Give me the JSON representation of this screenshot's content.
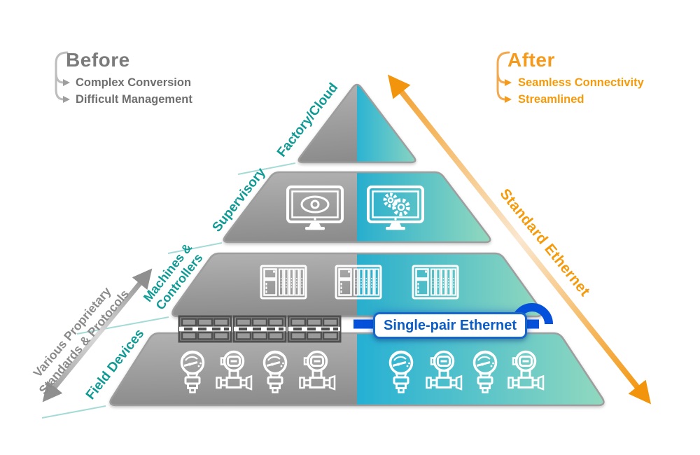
{
  "before": {
    "heading": "Before",
    "bullets": [
      "Complex Conversion",
      "Difficult Management"
    ]
  },
  "after": {
    "heading": "After",
    "bullets": [
      "Seamless Connectivity",
      "Streamlined"
    ]
  },
  "pyramid": {
    "tiers": [
      {
        "label": "Factory/Cloud"
      },
      {
        "label": "Supervisory"
      },
      {
        "label": "Machines & Controllers"
      },
      {
        "label": "Field Devices"
      }
    ]
  },
  "annotations": {
    "left_arrow": "Various Proprietary Standards & Protocols",
    "right_arrow": "Standard Ethernet",
    "cable_label": "Single-pair Ethernet"
  },
  "icons": {
    "supervisory_before": "monitor-eye-icon",
    "supervisory_after": "monitor-gears-icon",
    "controllers": "plc-rack-icon",
    "gateway": "protocol-gateway-icon",
    "field_devices": [
      "pressure-transmitter-icon",
      "flow-valve-icon"
    ]
  },
  "colors": {
    "teal_label": "#0F9A94",
    "teal_fill_start": "#27AECE",
    "teal_fill_end": "#93D9BE",
    "gray_fill_start": "#ABABAB",
    "gray_fill_end": "#8C8C8C",
    "orange": "#F59A0B",
    "gray_text": "#7B7B7B",
    "blue_cable": "#0551DB",
    "blue_text": "#0C5CC6"
  }
}
